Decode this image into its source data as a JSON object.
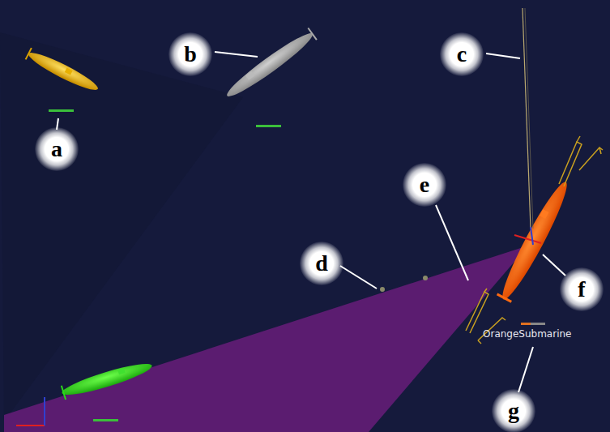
{
  "diagram": {
    "labels": [
      "a",
      "b",
      "c",
      "d",
      "e",
      "f",
      "g",
      "OrangeSubmarine"
    ]
  }
}
